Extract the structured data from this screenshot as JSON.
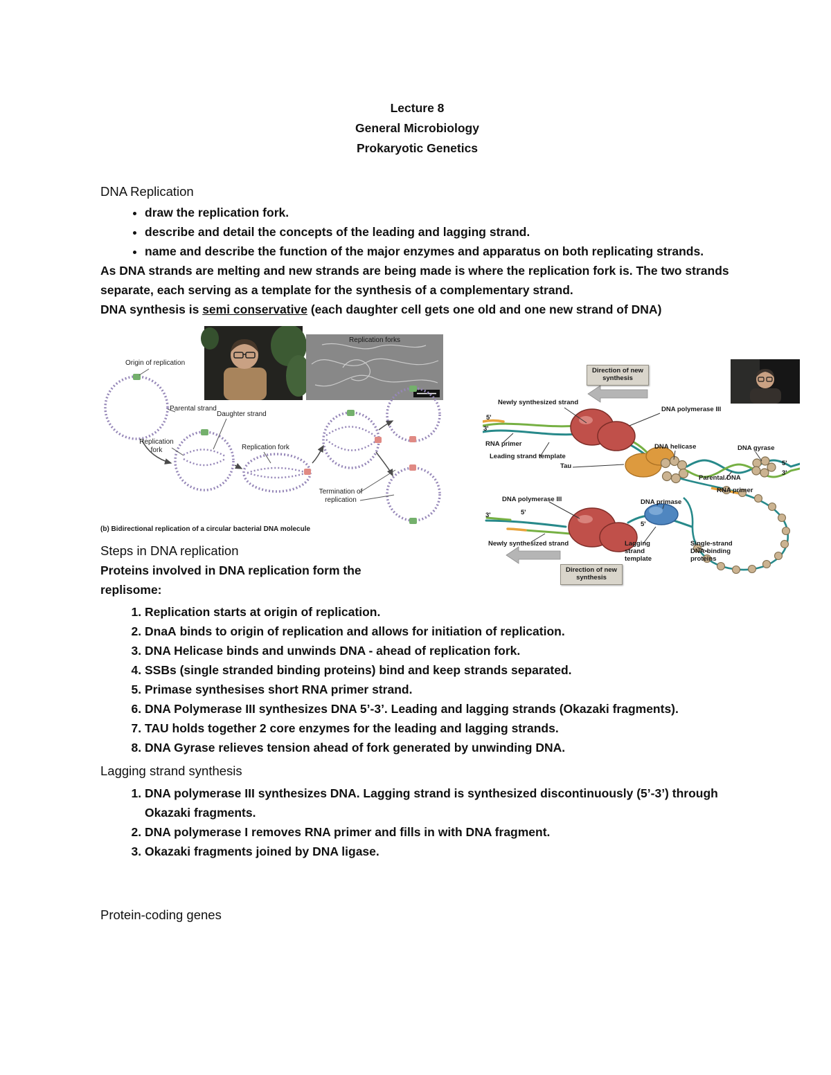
{
  "title": {
    "line1": "Lecture 8",
    "line2": "General Microbiology",
    "line3": "Prokaryotic Genetics"
  },
  "dna_replication": {
    "heading": "DNA Replication",
    "objectives": [
      "draw the replication fork.",
      "describe and detail the concepts of the leading and lagging strand.",
      "name and describe the function of the major enzymes and apparatus on both replicating strands."
    ],
    "intro": "As DNA strands are melting and new strands are being made is where the replication fork is. The two strands separate, each serving as a template for the synthesis of a complementary strand.",
    "semi_prefix": "DNA synthesis is ",
    "semi_underline": "semi conservative",
    "semi_suffix": " (each daughter cell gets one old and one new strand of DNA)"
  },
  "figure_circular": {
    "micrograph_label": "Replication forks",
    "labels": {
      "origin": "Origin of replication",
      "parental": "Parental strand",
      "daughter": "Daughter strand",
      "fork1": "Replication fork",
      "fork2": "Replication fork",
      "termination": "Termination of replication"
    },
    "caption": "(b) Bidirectional replication of a circular bacterial DNA molecule"
  },
  "figure_fork": {
    "labels": {
      "direction_top": "Direction of new synthesis",
      "newly_top": "Newly synthesized strand",
      "pol3_top": "DNA polymerase III",
      "five_top": "5'",
      "three_top": "3'",
      "rna_primer_top": "RNA primer",
      "leading_template": "Leading strand template",
      "tau": "Tau",
      "helicase": "DNA helicase",
      "gyrase": "DNA gyrase",
      "five_right": "5'",
      "three_right": "3'",
      "parental": "Parental DNA",
      "rna_primer_right": "RNA primer",
      "pol3_bottom": "DNA polymerase III",
      "primase": "DNA primase",
      "three_bottom_left": "3'",
      "five_bottom_left": "5'",
      "five_mid": "5'",
      "newly_bottom": "Newly synthesized strand",
      "lagging_template": "Lagging strand template",
      "ssb": "Single-strand DNA-binding proteins",
      "direction_bottom": "Direction of new synthesis"
    }
  },
  "steps": {
    "heading": "Steps in DNA replication",
    "intro": "Proteins involved in DNA replication form the replisome:",
    "items": [
      {
        "prefix": "Replication starts at origin of replication.",
        "bold": "",
        "suffix": ""
      },
      {
        "prefix": "",
        "bold": "DnaA",
        "suffix": " binds to origin of replication and allows for initiation of replication."
      },
      {
        "prefix": "",
        "bold": "DNA Helicase",
        "suffix": " binds and unwinds DNA - ahead of replication fork."
      },
      {
        "prefix": "",
        "bold": "SSBs",
        "suffix": " (single stranded binding proteins) bind and keep strands separated."
      },
      {
        "prefix": "",
        "bold": "Primase",
        "suffix": " synthesises short RNA primer strand."
      },
      {
        "prefix": "",
        "bold": "DNA Polymerase III",
        "suffix": " synthesizes DNA 5’-3’. Leading and lagging strands (Okazaki fragments)."
      },
      {
        "prefix": "",
        "bold": "TAU",
        "suffix": " holds together 2 core enzymes for the leading and lagging strands."
      },
      {
        "prefix": "",
        "bold": "DNA Gyrase",
        "suffix": " relieves tension ahead of fork generated by unwinding DNA."
      }
    ]
  },
  "lagging": {
    "heading": "Lagging strand synthesis",
    "items": [
      {
        "prefix": "",
        "bold": "DNA polymerase III",
        "suffix": " synthesizes DNA. Lagging strand is synthesized discontinuously (5’-3’) through Okazaki fragments."
      },
      {
        "prefix": "",
        "bold": "DNA polymerase I",
        "suffix": " removes RNA primer and fills in with DNA fragment."
      },
      {
        "prefix": "Okazaki fragments joined by ",
        "bold": "DNA ligase",
        "suffix": "."
      }
    ]
  },
  "footer": {
    "heading": "Protein-coding genes"
  }
}
